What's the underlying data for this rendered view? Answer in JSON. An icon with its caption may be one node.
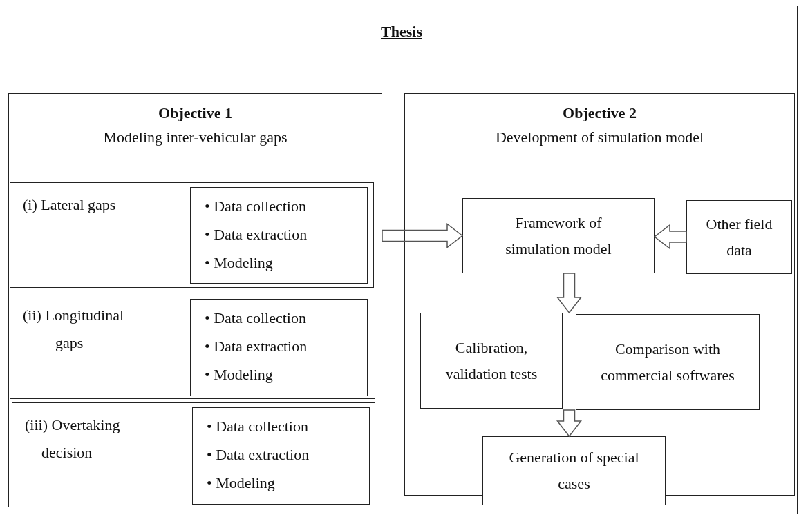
{
  "diagram": {
    "nodes": [
      {
        "text": [
          "Thesis"
        ]
      },
      {
        "text": [
          "Objective 1",
          "Modeling inter-vehicular gaps"
        ],
        "in": 0
      },
      {
        "text": [
          "(i) Lateral gaps"
        ],
        "in": 1
      },
      {
        "text": [
          "• Data collection",
          "• Data extraction",
          "• Modeling"
        ],
        "in": 2
      },
      {
        "text": [
          "(ii) Longitudinal gaps"
        ],
        "in": 1
      },
      {
        "text": [
          "• Data collection",
          "• Data extraction",
          "• Modeling"
        ],
        "in": 4
      },
      {
        "text": [
          "(iii) Overtaking decision"
        ],
        "in": 1
      },
      {
        "text": [
          "• Data collection",
          "• Data extraction",
          "• Modeling"
        ],
        "in": 6
      },
      {
        "text": [
          "Objective 2",
          "Development of simulation model"
        ],
        "in": 0
      },
      {
        "text": [
          "Framework of simulation model"
        ],
        "in": 8
      },
      {
        "text": [
          "Other field data"
        ],
        "in": 8
      },
      {
        "text": [
          "Calibration, validation tests"
        ],
        "in": 8
      },
      {
        "text": [
          "Comparison with commercial softwares"
        ],
        "in": 8
      },
      {
        "text": [
          "Generation of special cases"
        ],
        "in": 8
      }
    ],
    "edges": [
      {
        "from": 1,
        "to": 9,
        "arrow": "to"
      },
      {
        "from": 10,
        "to": 9,
        "arrow": "to"
      },
      {
        "from": 9,
        "to": 11,
        "arrow": "to"
      },
      {
        "from": 9,
        "to": 12,
        "arrow": "to"
      },
      {
        "from": 11,
        "to": 13,
        "arrow": "to"
      },
      {
        "from": 12,
        "to": 13,
        "arrow": "to"
      }
    ]
  }
}
